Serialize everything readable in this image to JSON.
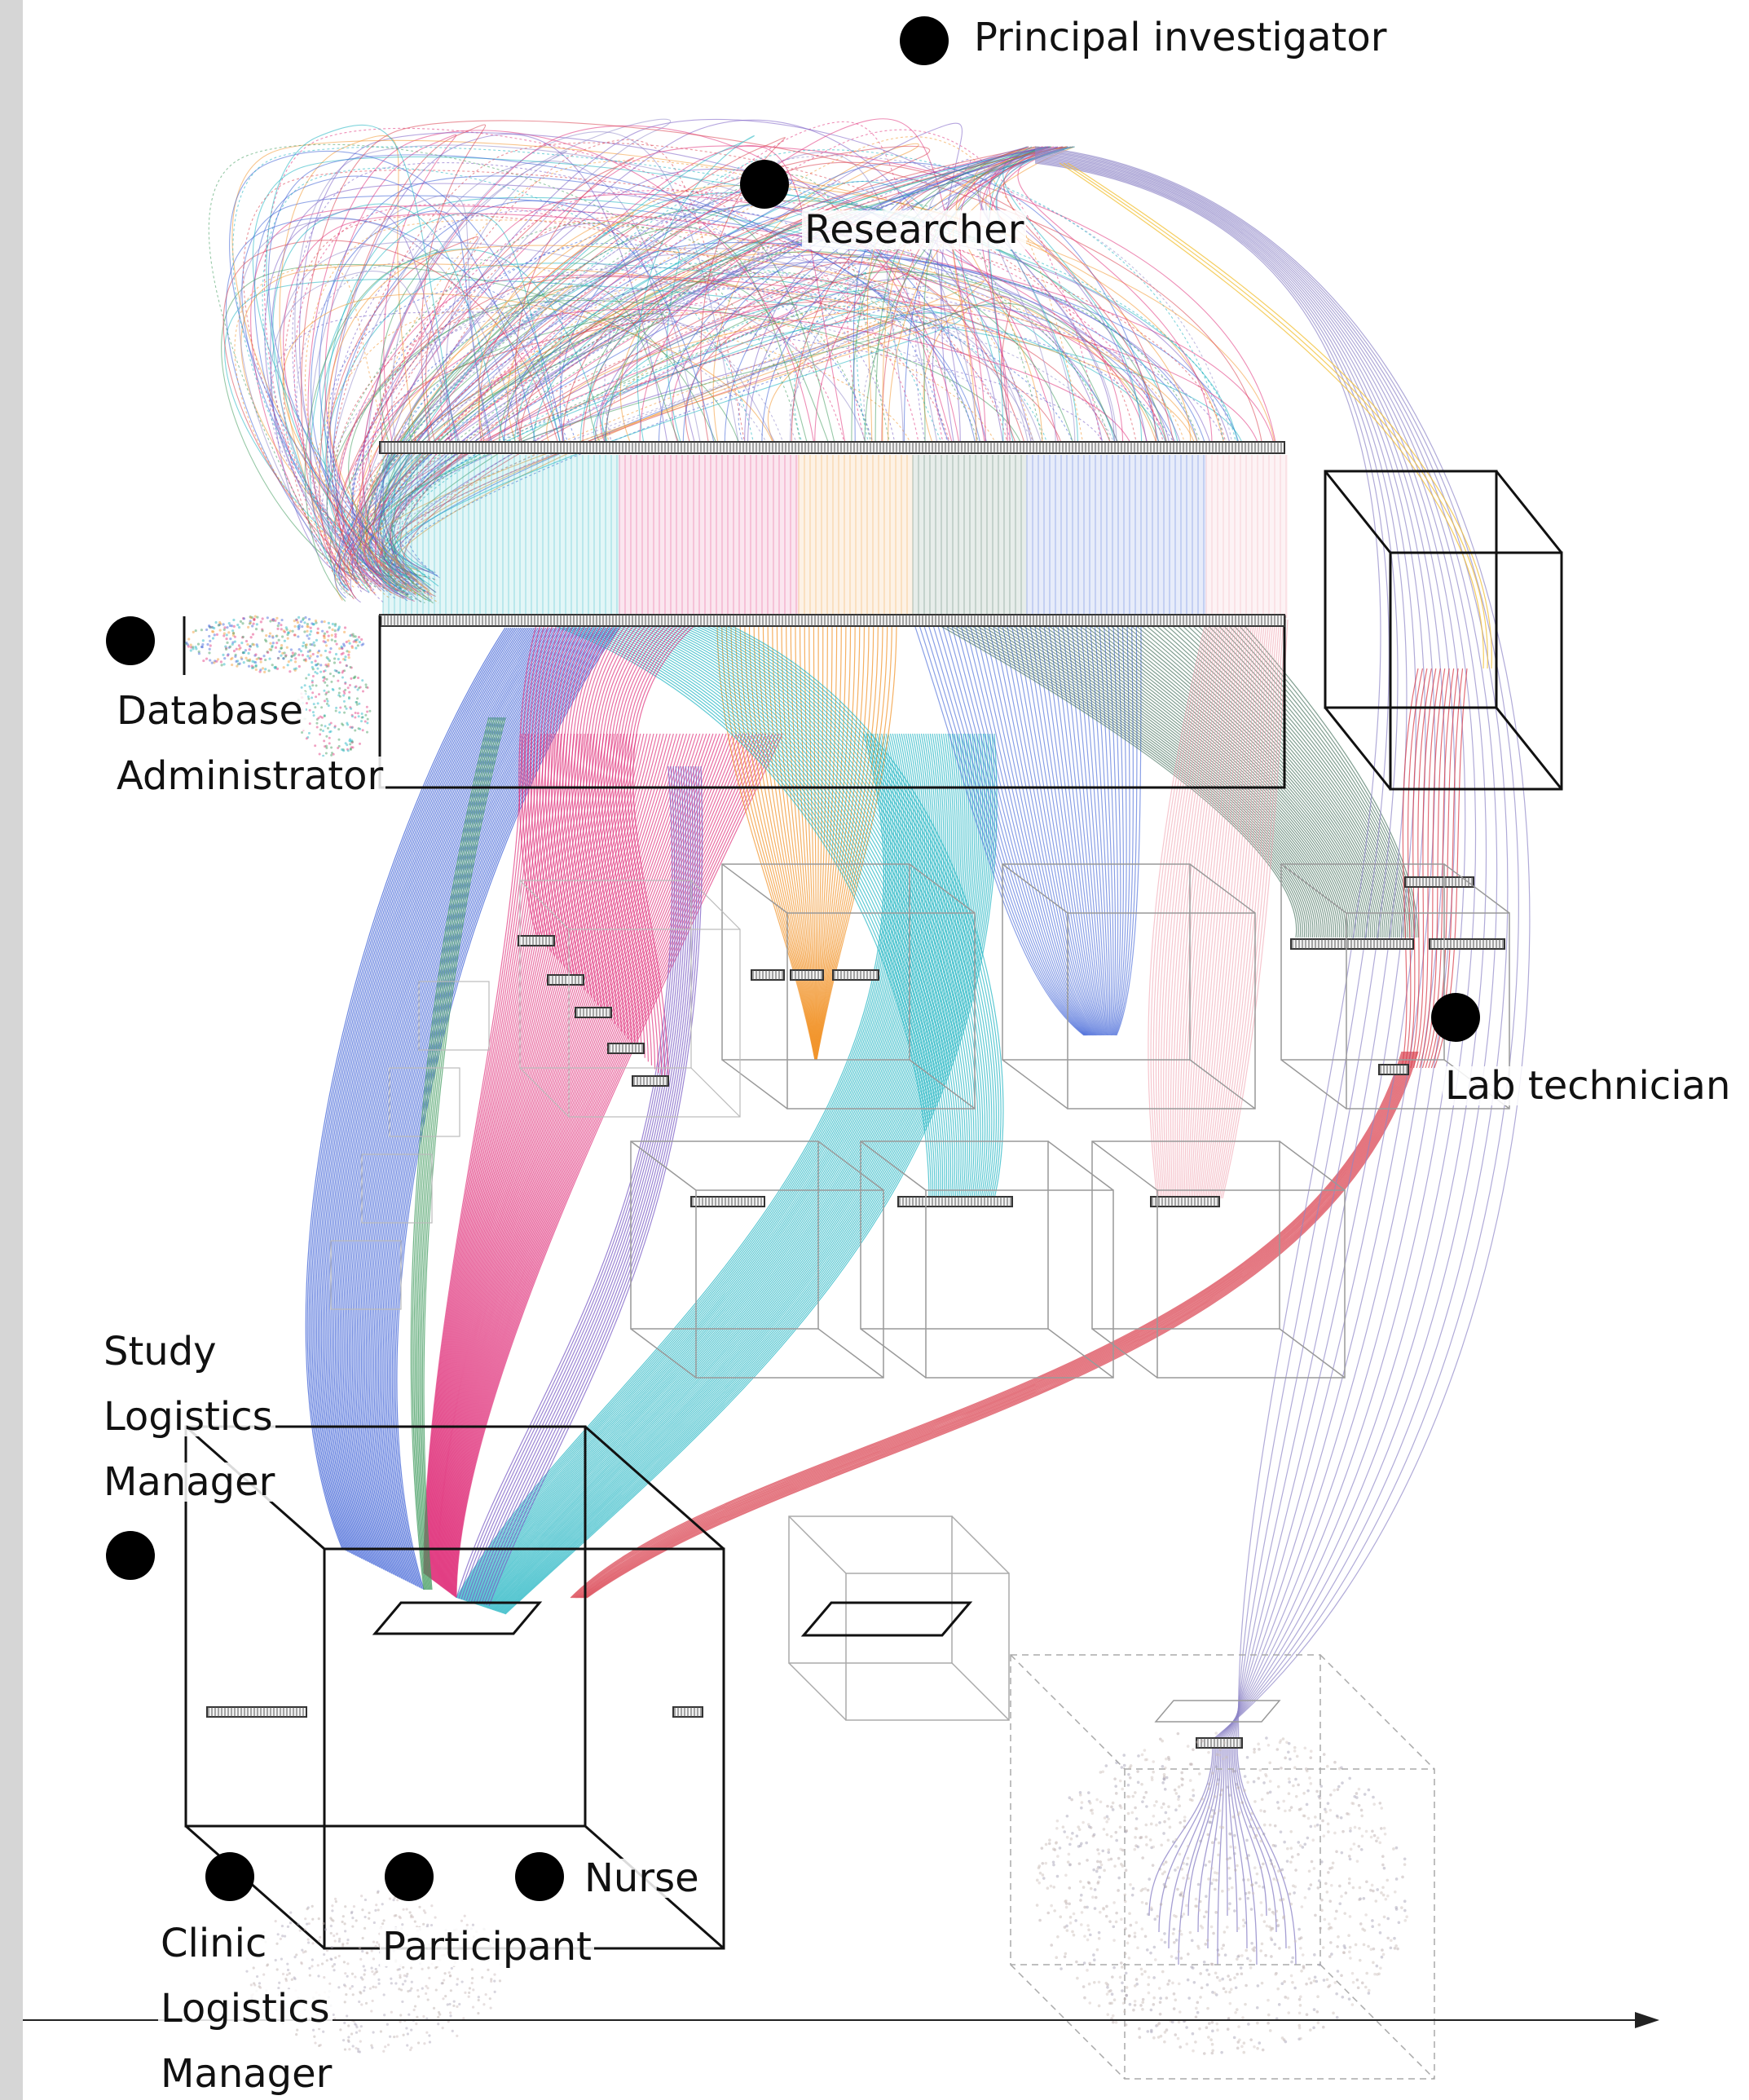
{
  "roles": {
    "principal_investigator": "Principal investigator",
    "researcher": "Researcher",
    "database_administrator_1": "Database",
    "database_administrator_2": "Administrator",
    "lab_technician": "Lab technician",
    "study_logistics_1": "Study",
    "study_logistics_2": "Logistics",
    "study_logistics_3": "Manager",
    "nurse": "Nurse",
    "participant": "Participant",
    "clinic_logistics_1": "Clinic",
    "clinic_logistics_2": "Logistics",
    "clinic_logistics_3": "Manager"
  },
  "colors": {
    "blue": "#3b5fd6",
    "pink": "#e0307a",
    "teal": "#19b2c0",
    "orange": "#f2962e",
    "purple": "#7a5cc4",
    "green": "#3f9a5c",
    "darkgreen": "#3d6b56",
    "red": "#d83c4a",
    "lightpink": "#f0a0ad",
    "yellow": "#f2c23a",
    "lavender": "#8f86c8"
  }
}
